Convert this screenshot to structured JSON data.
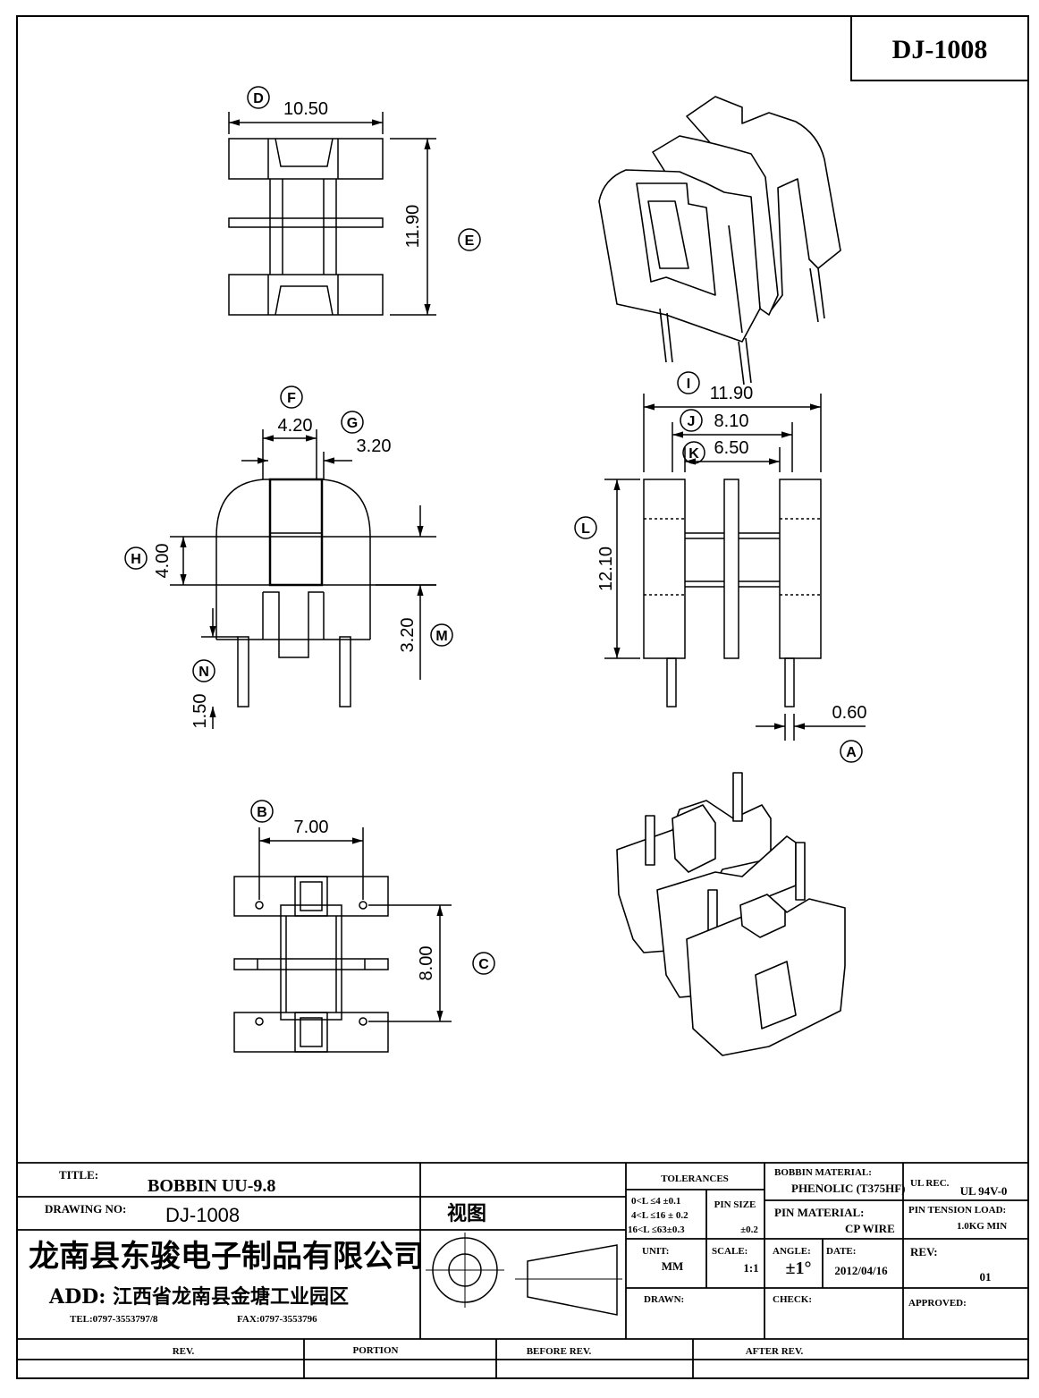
{
  "drawing": {
    "code": "DJ-1008",
    "views": {
      "top": {
        "callout": "D",
        "width": "10.50",
        "height_callout": "E",
        "height": "11.90"
      },
      "side": {
        "callout_f": "F",
        "dim_f": "4.20",
        "callout_g": "G",
        "dim_g": "3.20",
        "callout_h": "H",
        "dim_h": "4.00",
        "callout_m": "M",
        "dim_m": "3.20",
        "callout_n": "N",
        "dim_n": "1.50"
      },
      "front": {
        "callout_i": "I",
        "dim_i": "11.90",
        "callout_j": "J",
        "dim_j": "8.10",
        "callout_k": "K",
        "dim_k": "6.50",
        "callout_l": "L",
        "dim_l": "12.10",
        "callout_a": "A",
        "dim_a": "0.60"
      },
      "bottom": {
        "callout_b": "B",
        "dim_b": "7.00",
        "callout_c": "C",
        "dim_c": "8.00"
      }
    }
  },
  "title_block": {
    "title_label": "TITLE:",
    "title_value": "BOBBIN UU-9.8",
    "drawing_no_label": "DRAWING NO:",
    "drawing_no_value": "DJ-1008",
    "company": "龙南县东骏电子制品有限公司",
    "address": "ADD: 江西省龙南县金塘工业园区",
    "tel": "TEL:0797-3553797/8",
    "fax": "FAX:0797-3553796",
    "view_label": "视图",
    "tolerances_label": "TOLERANCES",
    "tol_1": "0<L ≤4 ±0.1",
    "tol_2": "4<L ≤16 ± 0.2",
    "tol_3": "16<L ≤63±0.3",
    "pin_size_label": "PIN SIZE",
    "pin_size_value": "±0.2",
    "bobbin_material_label": "BOBBIN MATERIAL:",
    "bobbin_material_value": "PHENOLIC (T375HF)",
    "ul_rec_label": "UL REC.",
    "ul_rec_value": "UL 94V-0",
    "pin_material_label": "PIN MATERIAL:",
    "pin_material_value": "CP WIRE",
    "pin_tension_label": "PIN TENSION LOAD:",
    "pin_tension_value": "1.0KG MIN",
    "unit_label": "UNIT:",
    "unit_value": "MM",
    "scale_label": "SCALE:",
    "scale_value": "1:1",
    "angle_label": "ANGLE:",
    "angle_value": "±1°",
    "date_label": "DATE:",
    "date_value": "2012/04/16",
    "rev_label": "REV:",
    "rev_value": "01",
    "drawn_label": "DRAWN:",
    "check_label": "CHECK:",
    "approved_label": "APPROVED:",
    "rev_col": "REV.",
    "portion_col": "PORTION",
    "before_col": "BEFORE REV.",
    "after_col": "AFTER REV."
  }
}
